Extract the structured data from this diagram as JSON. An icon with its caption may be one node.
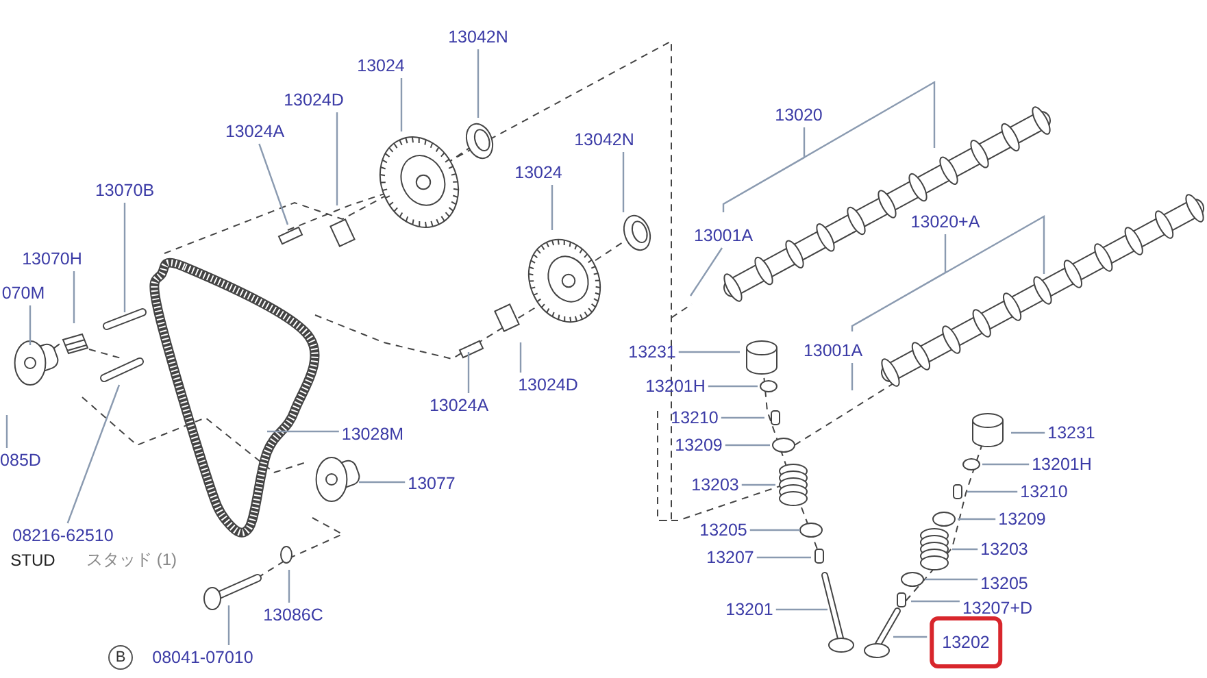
{
  "diagram": {
    "nodes": [
      {
        "text": [
          "13042N"
        ]
      },
      {
        "text": [
          "13024"
        ]
      },
      {
        "text": [
          "13024D"
        ]
      },
      {
        "text": [
          "13024A"
        ]
      },
      {
        "text": [
          "13042N"
        ]
      },
      {
        "text": [
          "13024"
        ]
      },
      {
        "text": [
          "13070B"
        ]
      },
      {
        "text": [
          "13070H"
        ]
      },
      {
        "text": [
          "070M"
        ]
      },
      {
        "text": [
          "13020"
        ]
      },
      {
        "text": [
          "13001A"
        ]
      },
      {
        "text": [
          "13020+A"
        ]
      },
      {
        "text": [
          "13231"
        ]
      },
      {
        "text": [
          "13001A"
        ]
      },
      {
        "text": [
          "13024D"
        ]
      },
      {
        "text": [
          "13024A"
        ]
      },
      {
        "text": [
          "13201H"
        ]
      },
      {
        "text": [
          "13210"
        ]
      },
      {
        "text": [
          "13209"
        ]
      },
      {
        "text": [
          "13028M"
        ]
      },
      {
        "text": [
          "085D"
        ]
      },
      {
        "text": [
          "13203"
        ]
      },
      {
        "text": [
          "13077"
        ]
      },
      {
        "text": [
          "13231"
        ]
      },
      {
        "text": [
          "13201H"
        ]
      },
      {
        "text": [
          "13210"
        ]
      },
      {
        "text": [
          "13209"
        ]
      },
      {
        "text": [
          "13203"
        ]
      },
      {
        "text": [
          "13205"
        ]
      },
      {
        "text": [
          "13207"
        ]
      },
      {
        "text": [
          "13205"
        ]
      },
      {
        "text": [
          "13207+D"
        ]
      },
      {
        "text": [
          "13201"
        ]
      },
      {
        "text": [
          "13202"
        ]
      },
      {
        "text": [
          "08216-62510"
        ]
      },
      {
        "text": [
          "13086C"
        ]
      },
      {
        "text": [
          "08041-07010"
        ]
      }
    ],
    "edges": [
      {
        "from": 0,
        "to": null,
        "arrow": "none"
      },
      {
        "from": 1,
        "to": null,
        "arrow": "none"
      },
      {
        "from": 2,
        "to": null,
        "arrow": "none"
      },
      {
        "from": 3,
        "to": null,
        "arrow": "none"
      },
      {
        "from": 4,
        "to": null,
        "arrow": "none"
      },
      {
        "from": 5,
        "to": null,
        "arrow": "none"
      },
      {
        "from": 6,
        "to": null,
        "arrow": "none"
      },
      {
        "from": 7,
        "to": null,
        "arrow": "none"
      },
      {
        "from": 8,
        "to": null,
        "arrow": "none"
      },
      {
        "from": 9,
        "to": null,
        "arrow": "none"
      },
      {
        "from": 10,
        "to": null,
        "arrow": "none"
      },
      {
        "from": 11,
        "to": null,
        "arrow": "none"
      },
      {
        "from": 12,
        "to": null,
        "arrow": "none"
      },
      {
        "from": 13,
        "to": null,
        "arrow": "none"
      },
      {
        "from": 14,
        "to": null,
        "arrow": "none"
      },
      {
        "from": 15,
        "to": null,
        "arrow": "none"
      },
      {
        "from": 16,
        "to": null,
        "arrow": "none"
      },
      {
        "from": 17,
        "to": null,
        "arrow": "none"
      },
      {
        "from": 18,
        "to": null,
        "arrow": "none"
      },
      {
        "from": 19,
        "to": null,
        "arrow": "none"
      },
      {
        "from": 20,
        "to": null,
        "arrow": "none"
      },
      {
        "from": 21,
        "to": null,
        "arrow": "none"
      },
      {
        "from": 22,
        "to": null,
        "arrow": "none"
      },
      {
        "from": 23,
        "to": null,
        "arrow": "none"
      },
      {
        "from": 24,
        "to": null,
        "arrow": "none"
      },
      {
        "from": 25,
        "to": null,
        "arrow": "none"
      },
      {
        "from": 26,
        "to": null,
        "arrow": "none"
      },
      {
        "from": 27,
        "to": null,
        "arrow": "none"
      },
      {
        "from": 28,
        "to": null,
        "arrow": "none"
      },
      {
        "from": 29,
        "to": null,
        "arrow": "none"
      },
      {
        "from": 30,
        "to": null,
        "arrow": "none"
      },
      {
        "from": 31,
        "to": null,
        "arrow": "none"
      },
      {
        "from": 32,
        "to": null,
        "arrow": "none"
      },
      {
        "from": 33,
        "to": null,
        "arrow": "none"
      },
      {
        "from": 34,
        "to": null,
        "arrow": "none"
      },
      {
        "from": 35,
        "to": null,
        "arrow": "none"
      },
      {
        "from": 36,
        "to": null,
        "arrow": "none"
      }
    ],
    "labels": [
      "STUD",
      "スタッド (1)",
      "B"
    ]
  }
}
